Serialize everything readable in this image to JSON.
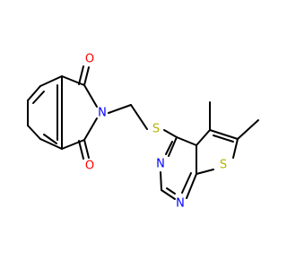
{
  "molecule": {
    "atoms": {
      "o_top": "O",
      "o_bottom": "O",
      "n_imide": "N",
      "s_thioether": "S",
      "n_pyr_top": "N",
      "n_pyr_bottom": "N",
      "s_thiophene": "S"
    }
  },
  "colors": {
    "bond": "#000000",
    "oxygen": "#ff0000",
    "nitrogen": "#0000ff",
    "sulfur": "#b3b300"
  }
}
